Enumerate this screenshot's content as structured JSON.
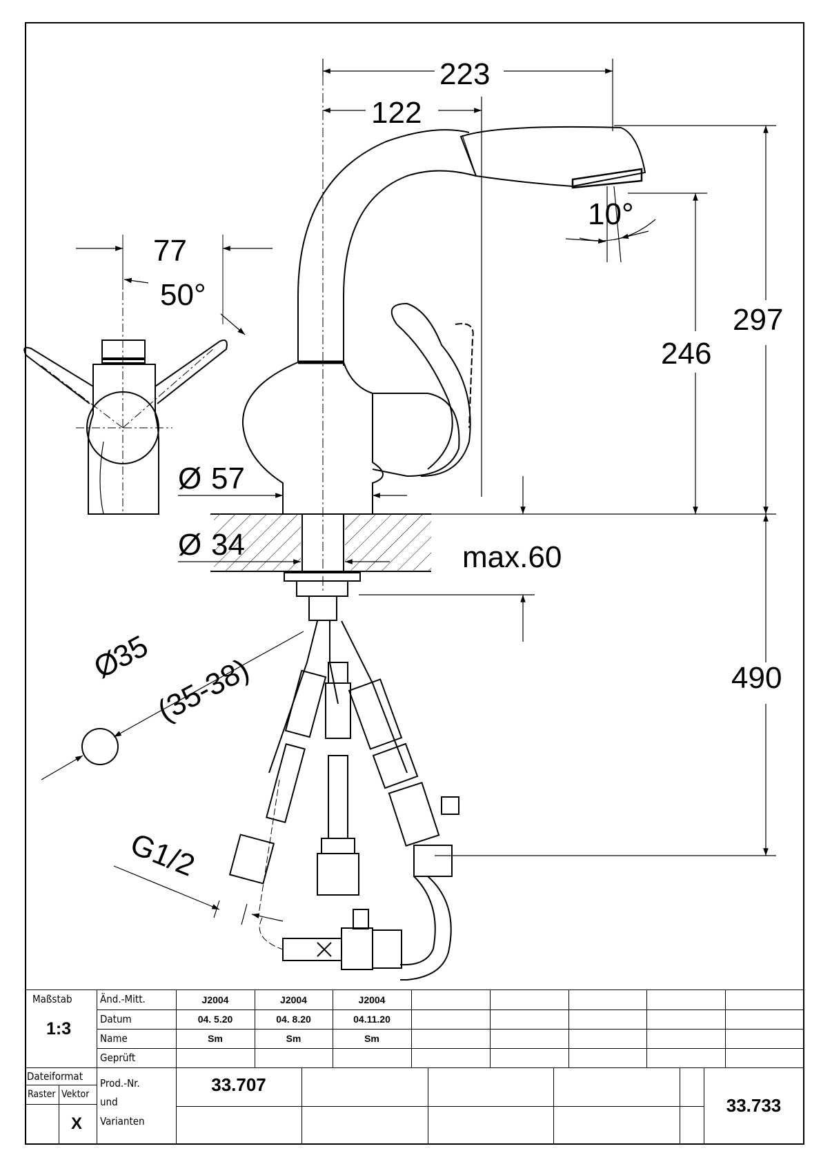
{
  "drawing": {
    "dimensions": {
      "width_223": "223",
      "width_122": "122",
      "handle_77": "77",
      "angle_50": "50°",
      "angle_10": "10°",
      "height_297": "297",
      "height_246": "246",
      "dia_57": "57",
      "dia_34": "34",
      "max_60": "max.60",
      "dia_35": "35",
      "dia_range": "(35-38)",
      "height_490": "490",
      "thread": "G1/2"
    },
    "symbols": {
      "diameter": "Ø"
    }
  },
  "title_block": {
    "massstab_label": "Maßstab",
    "massstab_value": "1:3",
    "aend_mitt_label": "Änd.-Mitt.",
    "datum_label": "Datum",
    "name_label": "Name",
    "geprueft_label": "Geprüft",
    "revisions": [
      {
        "code": "J2004",
        "date": "04. 5.20",
        "name": "Sm"
      },
      {
        "code": "J2004",
        "date": "04. 8.20",
        "name": "Sm"
      },
      {
        "code": "J2004",
        "date": "04.11.20",
        "name": "Sm"
      }
    ],
    "dateiformat_label": "Dateiformat",
    "raster_label": "Raster",
    "vektor_label": "Vektor",
    "vektor_mark": "X",
    "prod_nr_label_1": "Prod.-Nr.",
    "prod_nr_label_2": "und",
    "prod_nr_label_3": "Varianten",
    "prod_nr_value": "33.707",
    "drawing_number": "33.733"
  }
}
